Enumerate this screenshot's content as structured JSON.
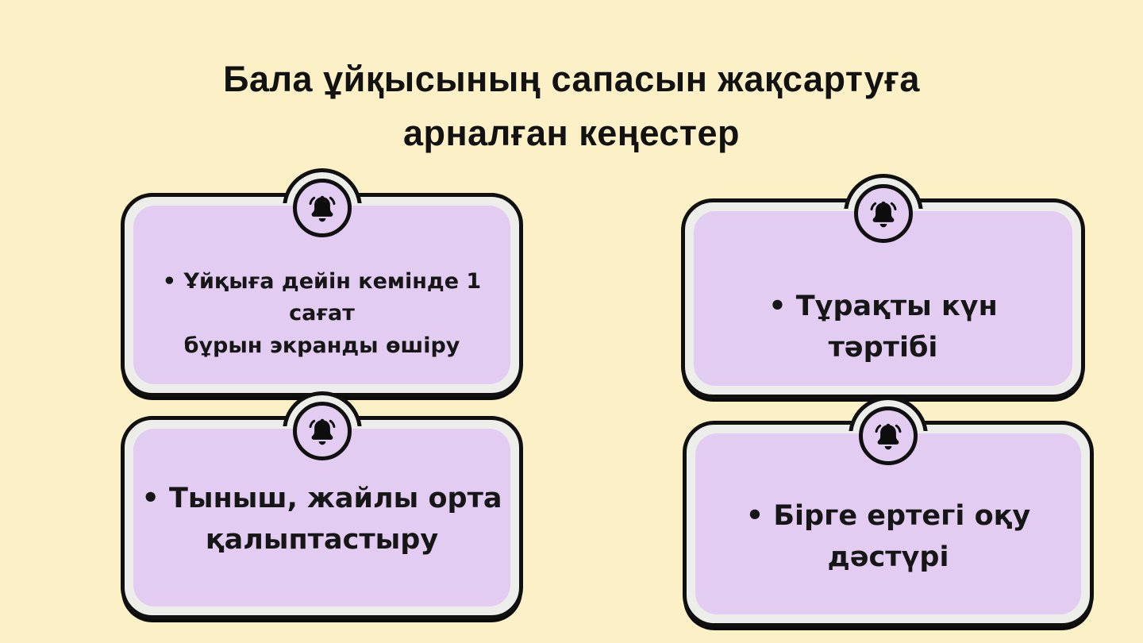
{
  "title": {
    "lines": [
      "Бала ұйқысының сапасын жақсартуға",
      "арналған кеңестер"
    ]
  },
  "colors": {
    "background": "#FCF0C7",
    "card_fill": "#E2CCF1",
    "ring": "#EDEEE9",
    "outline": "#101010",
    "text": "#161616"
  },
  "cards": [
    {
      "id": "screen-off",
      "icon": "bell-icon",
      "lines": [
        "• Ұйқыға дейін кемінде 1 сағат",
        "бұрын экранды өшіру"
      ]
    },
    {
      "id": "daily-routine",
      "icon": "bell-icon",
      "lines": [
        "• Тұрақты күн",
        "тәртібі"
      ]
    },
    {
      "id": "calm-environment",
      "icon": "bell-icon",
      "lines": [
        "• Тыныш, жайлы орта",
        "қалыптастыру"
      ]
    },
    {
      "id": "fairy-tale-tradition",
      "icon": "bell-icon",
      "lines": [
        "• Бірге ертегі оқу",
        "дәстүрі"
      ]
    }
  ]
}
